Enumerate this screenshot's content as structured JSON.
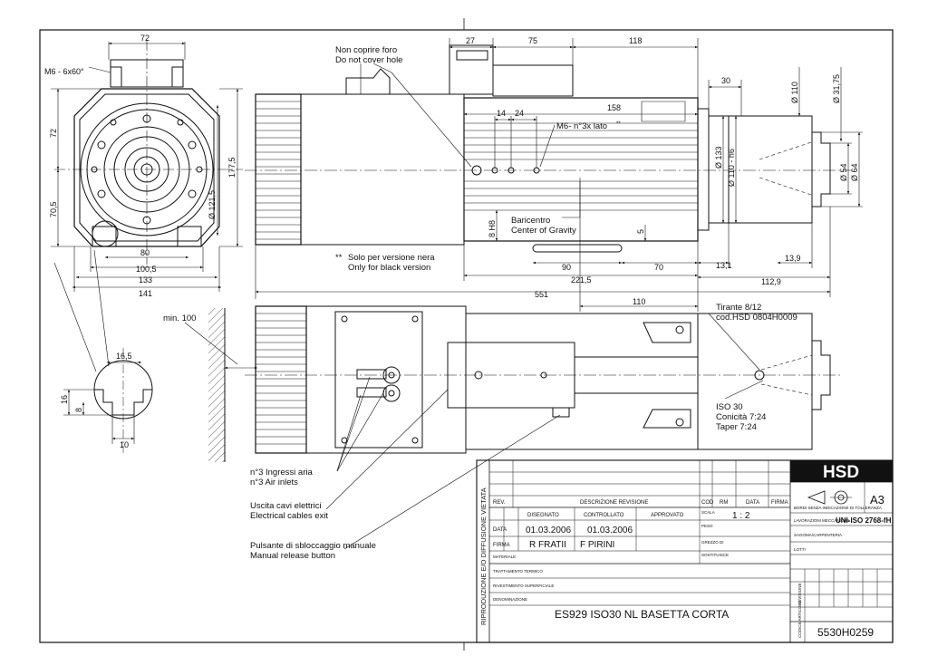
{
  "front_view": {
    "dims": {
      "top_72": "72",
      "left_72": "72",
      "left_70_5": "70,5",
      "d177_5": "177,5",
      "d121_5": "Ø 121,5",
      "b80": "80",
      "b100_5": "100,5",
      "b133": "133",
      "b141": "141"
    },
    "thread": "M6 - 6x60°"
  },
  "detail": {
    "d16_5": "16,5",
    "d16": "16",
    "d8": "8",
    "d10": "10",
    "min100": "min. 100"
  },
  "side_view": {
    "dims": {
      "d27": "27",
      "d75": "75",
      "d118": "118",
      "d158": "158",
      "d14": "14",
      "d24": "24",
      "d30": "30",
      "d110": "Ø 110",
      "d31_75": "Ø 31,75",
      "d133": "Ø 133",
      "d110h6": "Ø 110 - h6",
      "d54": "Ø 54",
      "d64": "Ø 64",
      "d8h8": "8 H8",
      "d5": "5",
      "d90": "90",
      "d70": "70",
      "d221_5": "221,5",
      "d13_1": "13,1",
      "d13_9": "13,9",
      "d112_9": "112,9",
      "d551": "551",
      "d110b": "110"
    },
    "notes": {
      "cover_it": "Non coprire foro",
      "cover_en": "Do not cover hole",
      "thread_side": "M6- n°3x lato",
      "thread_mark": "**",
      "cog_it": "Baricentro",
      "cog_en": "Center of Gravity",
      "black_mark": "**",
      "black_it": "Solo per versione nera",
      "black_en": "Only for black version"
    }
  },
  "bottom_view": {
    "notes": {
      "tie_1": "Tirante 8/12",
      "tie_2": "cod.HSD 0804H0009",
      "iso_1": "ISO 30",
      "iso_2": "Conicità 7:24",
      "iso_3": "Taper    7:24",
      "air_it": "n°3 Ingressi aria",
      "air_en": "n°3 Air inlets",
      "cable_it": "Uscita cavi elettrici",
      "cable_en": "Electrical cables exit",
      "release_it": "Pulsante di sbloccaggio manuale",
      "release_en": "Manual release button"
    }
  },
  "title_block": {
    "side_text": "RIPRODUZIONE E/O DIFFUSIONE VIETATA",
    "rev_header": "REV.",
    "desc_header": "DESCRIZIONE REVISIONE",
    "cod_header": "COD",
    "rm_header": "RM",
    "data_header": "DATA",
    "firma_header": "FIRMA",
    "disegnato": "DISEGNATO",
    "controllato": "CONTROLLATO",
    "approvato": "APPROVATO",
    "data_label": "DATA",
    "firma_label": "FIRMA",
    "date_drawn": "01.03.2006",
    "date_checked": "01.03.2006",
    "signer_drawn": "R FRATII",
    "signer_checked": "F PIRINI",
    "scala_label": "SCALA",
    "scale": "1 : 2",
    "peso_label": "PESO",
    "grezzo_label": "GREZZO DI",
    "sostituisce_label": "SOSTITUISCE",
    "materiale_label": "MATERIALE",
    "tratt_termico": "TRATTAMENTO TERMICO",
    "rivestimento": "RIVESTIMENTO SUPERFICIALE",
    "denominazione": "DENOMINAZIONE",
    "title": "ES929  ISO30 NL        BASETTA CORTA",
    "company": "HSD",
    "sheet_size": "A3",
    "note_tolleranze": "BORDI  SENZA INDICAZIONE DI TOLLERANZA",
    "lavorazioni_label": "LAVORAZIONI MECCANICHE",
    "standard": "UNI-ISO 2768-fH",
    "sagoma_label": "SAGOMA/CARPENTERIA",
    "lotti_label": "LOTTI",
    "rev_vertical": "REVISIONE",
    "code_label": "CODICE ARTICOLO",
    "code": "5530H0259"
  }
}
